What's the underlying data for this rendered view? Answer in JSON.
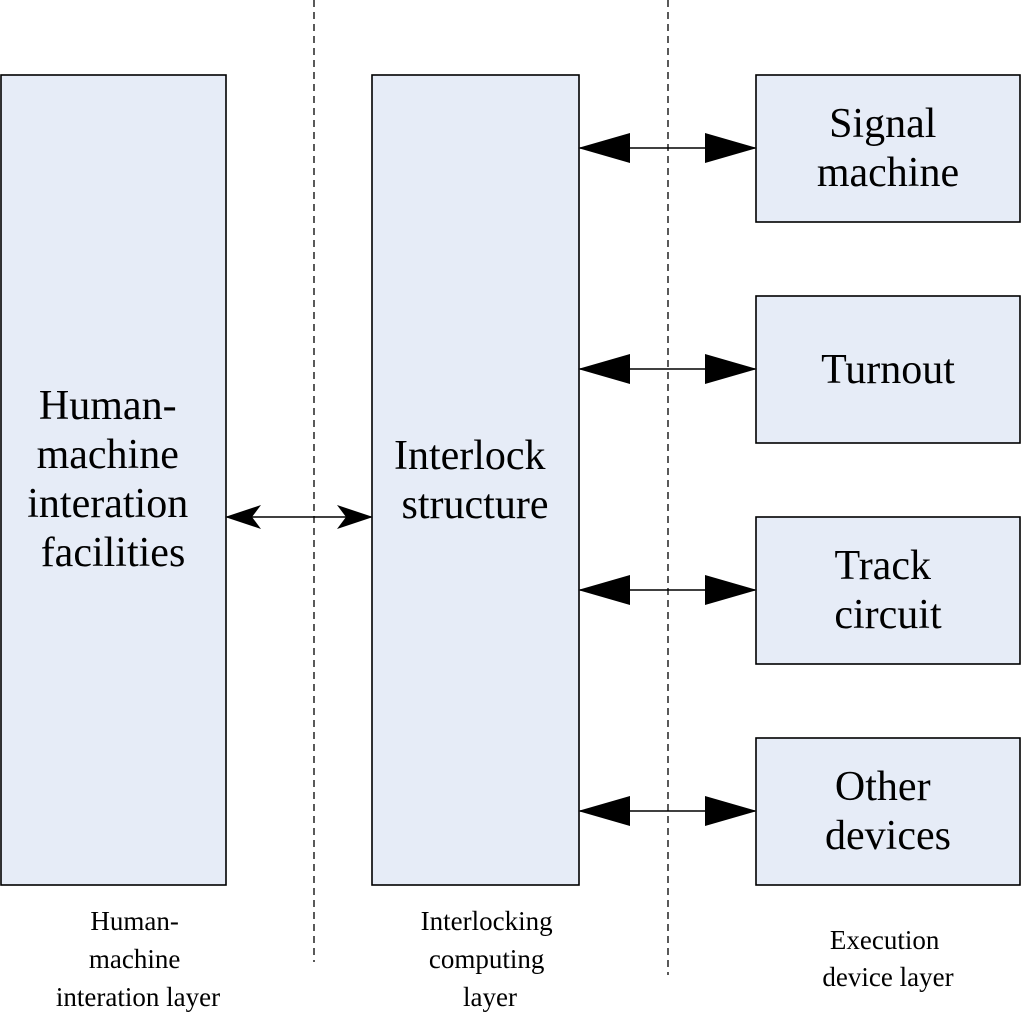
{
  "colors": {
    "box_fill": "#e6ecf7",
    "stroke": "#000000",
    "text": "#000000",
    "background": "#ffffff"
  },
  "boxes": {
    "hmi_facilities": {
      "lines": [
        "Human-",
        "machine",
        "interation",
        "facilities"
      ]
    },
    "interlock_structure": {
      "lines": [
        "Interlock",
        "structure"
      ]
    },
    "signal_machine": {
      "lines": [
        "Signal",
        "machine"
      ]
    },
    "turnout": {
      "lines": [
        "Turnout"
      ]
    },
    "track_circuit": {
      "lines": [
        "Track",
        "circuit"
      ]
    },
    "other_devices": {
      "lines": [
        "Other",
        "devices"
      ]
    }
  },
  "layers": {
    "hmi_layer": {
      "lines": [
        "Human-",
        "machine",
        "interation layer"
      ]
    },
    "interlocking_layer": {
      "lines": [
        "Interlocking",
        "computing",
        "layer"
      ]
    },
    "execution_layer": {
      "lines": [
        "Execution",
        "device layer"
      ]
    }
  },
  "connections": [
    {
      "from": "hmi_facilities",
      "to": "interlock_structure",
      "style": "open-arrow",
      "direction": "both"
    },
    {
      "from": "interlock_structure",
      "to": "signal_machine",
      "style": "filled-arrow",
      "direction": "both"
    },
    {
      "from": "interlock_structure",
      "to": "turnout",
      "style": "filled-arrow",
      "direction": "both"
    },
    {
      "from": "interlock_structure",
      "to": "track_circuit",
      "style": "filled-arrow",
      "direction": "both"
    },
    {
      "from": "interlock_structure",
      "to": "other_devices",
      "style": "filled-arrow",
      "direction": "both"
    }
  ]
}
